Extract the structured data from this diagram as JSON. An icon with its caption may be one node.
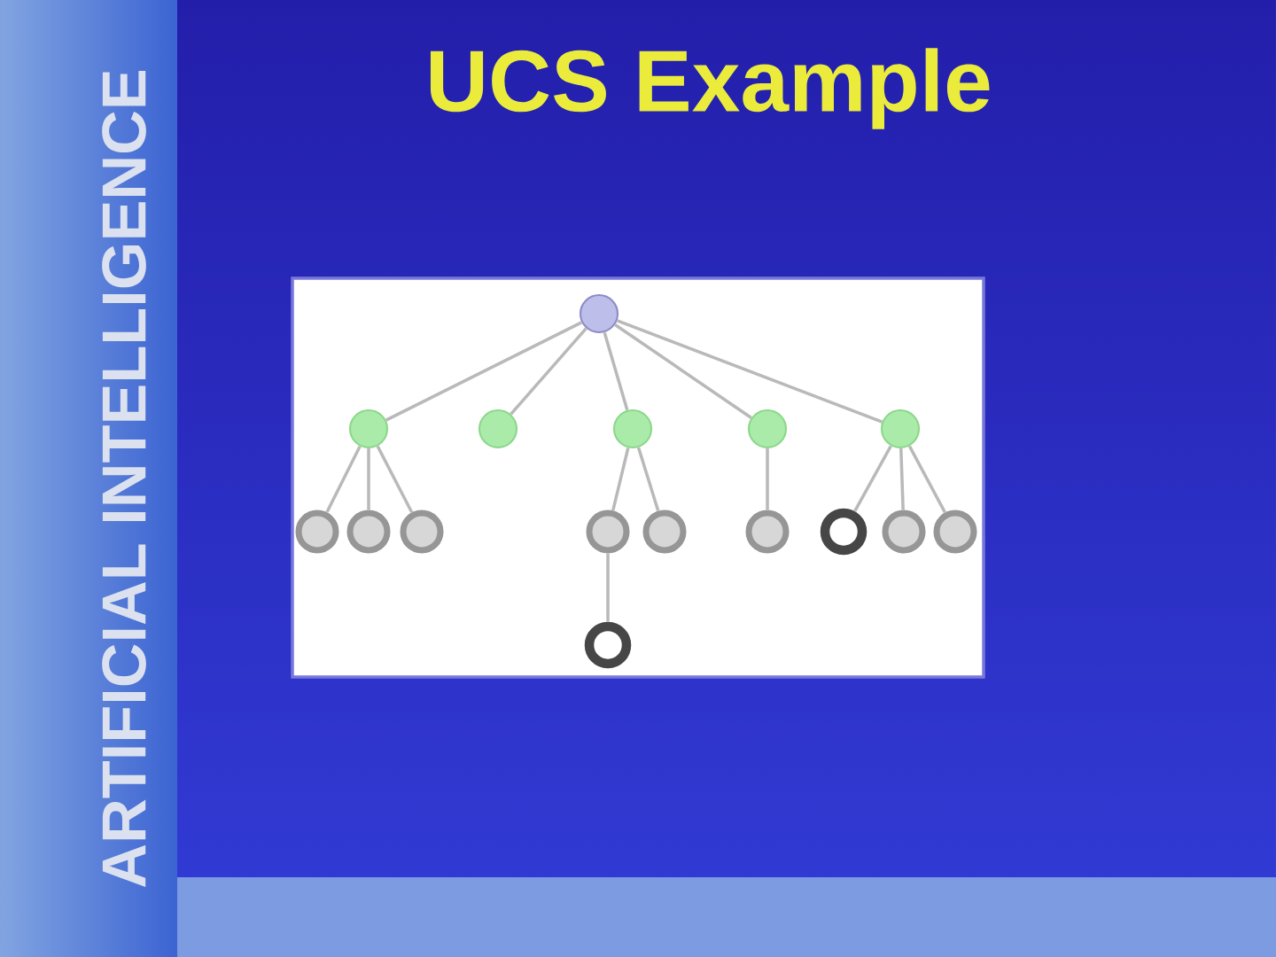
{
  "diagram": {
    "title": "UCS Example",
    "nodes": [
      {
        "text": [],
        "shape": "circle"
      },
      {
        "text": [],
        "shape": "circle"
      },
      {
        "text": [],
        "shape": "circle"
      },
      {
        "text": [],
        "shape": "circle"
      },
      {
        "text": [],
        "shape": "circle"
      },
      {
        "text": [],
        "shape": "circle"
      },
      {
        "text": [],
        "shape": "circle"
      },
      {
        "text": [],
        "shape": "circle"
      },
      {
        "text": [],
        "shape": "circle"
      },
      {
        "text": [],
        "shape": "circle"
      },
      {
        "text": [],
        "shape": "circle"
      },
      {
        "text": [],
        "shape": "circle"
      },
      {
        "text": [],
        "shape": "circle"
      },
      {
        "text": [],
        "shape": "circle"
      },
      {
        "text": [],
        "shape": "circle"
      },
      {
        "text": [],
        "shape": "circle"
      }
    ],
    "edges": [
      {
        "from": 0,
        "to": 1,
        "arrow": "none"
      },
      {
        "from": 0,
        "to": 2,
        "arrow": "none"
      },
      {
        "from": 0,
        "to": 3,
        "arrow": "none"
      },
      {
        "from": 0,
        "to": 4,
        "arrow": "none"
      },
      {
        "from": 0,
        "to": 5,
        "arrow": "none"
      },
      {
        "from": 1,
        "to": 6,
        "arrow": "none"
      },
      {
        "from": 1,
        "to": 7,
        "arrow": "none"
      },
      {
        "from": 1,
        "to": 8,
        "arrow": "none"
      },
      {
        "from": 3,
        "to": 9,
        "arrow": "none"
      },
      {
        "from": 3,
        "to": 10,
        "arrow": "none"
      },
      {
        "from": 4,
        "to": 11,
        "arrow": "none"
      },
      {
        "from": 5,
        "to": 12,
        "arrow": "none"
      },
      {
        "from": 5,
        "to": 13,
        "arrow": "none"
      },
      {
        "from": 5,
        "to": 14,
        "arrow": "none"
      },
      {
        "from": 9,
        "to": 15,
        "arrow": "none"
      }
    ],
    "labels": [
      "ARTIFICIAL INTELLIGENCE"
    ]
  }
}
